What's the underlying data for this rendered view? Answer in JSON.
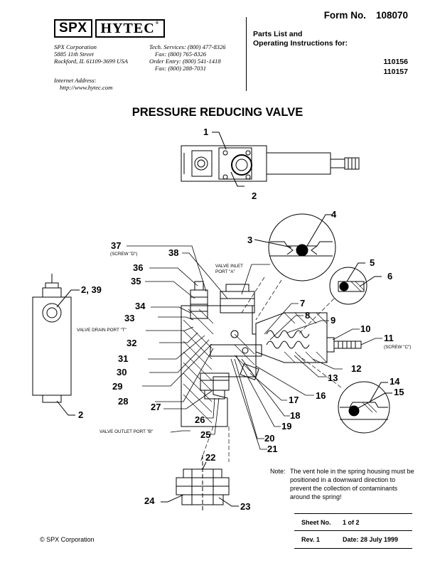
{
  "header": {
    "logo_spx": "SPX",
    "logo_hytec": "HYTEC",
    "logo_reg": "®",
    "address": [
      "SPX Corporation",
      "5885 11th Street",
      "Rockford, IL 61109-3699 USA"
    ],
    "contacts": [
      "Tech. Services: (800) 477-8326",
      "Fax: (800) 765-8326",
      "Order Entry: (800) 541-1418",
      "Fax: (800) 288-7031"
    ],
    "internet_label": "Internet Address:",
    "internet_url": "http://www.hytec.com",
    "form_no_label": "Form No.",
    "form_no_value": "108070",
    "parts_title_line1": "Parts List and",
    "parts_title_line2": "Operating Instructions for:",
    "models": [
      "110156",
      "110157"
    ]
  },
  "title": "PRESSURE REDUCING VALVE",
  "callouts": {
    "n1": "1",
    "n2a": "2",
    "n2b": "2",
    "n239": "2, 39",
    "n3": "3",
    "n4": "4",
    "n5": "5",
    "n6": "6",
    "n7": "7",
    "n8": "8",
    "n9": "9",
    "n10": "10",
    "n11": "11",
    "n12": "12",
    "n13": "13",
    "n14": "14",
    "n15": "15",
    "n16": "16",
    "n17": "17",
    "n18": "18",
    "n19": "19",
    "n20": "20",
    "n21": "21",
    "n22": "22",
    "n23": "23",
    "n24": "24",
    "n25": "25",
    "n26": "26",
    "n27": "27",
    "n28": "28",
    "n29": "29",
    "n30": "30",
    "n31": "31",
    "n32": "32",
    "n33": "33",
    "n34": "34",
    "n35": "35",
    "n36": "36",
    "n37": "37",
    "n38": "38"
  },
  "labels": {
    "screw_d": "(SCREW \"D\")",
    "screw_c": "(SCREW \"C\")",
    "valve_inlet_1": "VALVE INLET",
    "valve_inlet_2": "PORT \"A\"",
    "valve_drain": "VALVE DRAIN PORT \"T\"",
    "valve_outlet": "VALVE OUTLET PORT \"B\""
  },
  "note": {
    "label": "Note:",
    "text": "The vent hole in the spring housing must be positioned in a downward direction to prevent the collection of contaminants around the spring!"
  },
  "sheet": {
    "sheet_label": "Sheet No.",
    "sheet_value": "1 of 2",
    "rev_label": "Rev. 1",
    "date_value": "Date: 28 July 1999"
  },
  "footer": {
    "copyright": "© SPX Corporation"
  }
}
